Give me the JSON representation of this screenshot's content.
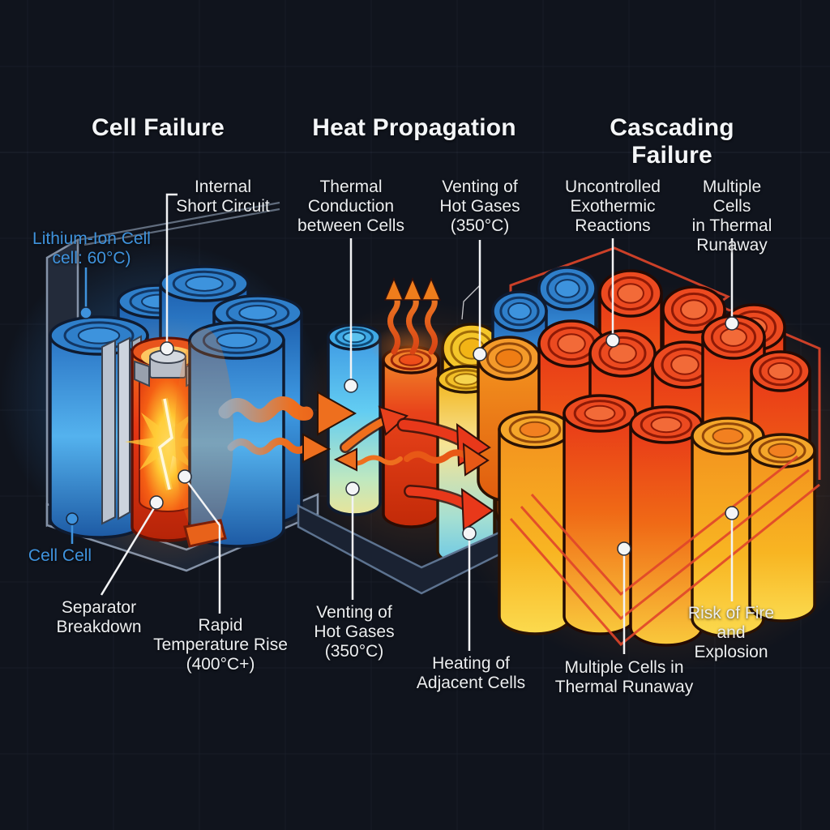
{
  "stage_titles": {
    "left": "Cell Failure",
    "center": "Heat Propagation",
    "right": "Cascading Failure"
  },
  "annotations": {
    "internal_short_circuit": "Internal\nShort Circuit",
    "thermal_conduction": "Thermal\nConduction\nbetween Cells",
    "venting_hot_gases_top": "Venting of\nHot Gases\n(350°C)",
    "uncontrolled_exothermic": "Uncontrolled\nExothermic\nReactions",
    "multiple_cells_top": "Multiple Cells\nin Thermal\nRunaway",
    "lithium_ion_cell": "Lithium-Ion Cell\ncell: 60°C)",
    "cell_cell": "Cell Cell",
    "separator_breakdown": "Separator\nBreakdown",
    "rapid_temperature_rise": "Rapid\nTemperature Rise\n(400°C+)",
    "venting_hot_gases_bottom": "Venting of\nHot Gases\n(350°C)",
    "heating_adjacent_cells": "Heating of\nAdjacent Cells",
    "multiple_cells_bottom": "Multiple Cells in\nThermal Runaway",
    "risk_fire_explosion": "Risk of Fire\nand Explosion"
  },
  "colors": {
    "background": "#10141d",
    "label_white": "#eceef0",
    "accent_blue": "#3f93dd",
    "cool_cell_blue": "#3f9be4",
    "hot_cell_red": "#e8381a",
    "warning_orange": "#ee6f1e",
    "case_gray": "#8593a8",
    "case_red": "#e0452a"
  }
}
